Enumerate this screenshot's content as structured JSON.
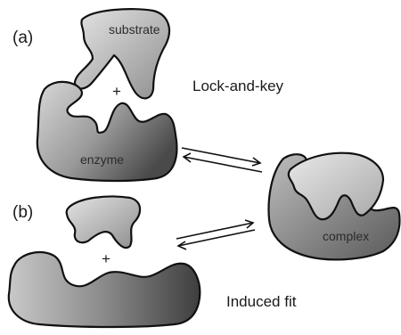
{
  "panels": {
    "a": "(a)",
    "b": "(b)"
  },
  "labels": {
    "substrate": "substrate",
    "enzyme": "enzyme",
    "complex": "complex",
    "plus_a": "+",
    "plus_b": "+",
    "lock_and_key": "Lock-and-key",
    "induced_fit": "Induced fit"
  },
  "colors": {
    "shape_light": "#d4d4d4",
    "shape_dark": "#555555",
    "outline": "#111111",
    "background": "#ffffff"
  }
}
